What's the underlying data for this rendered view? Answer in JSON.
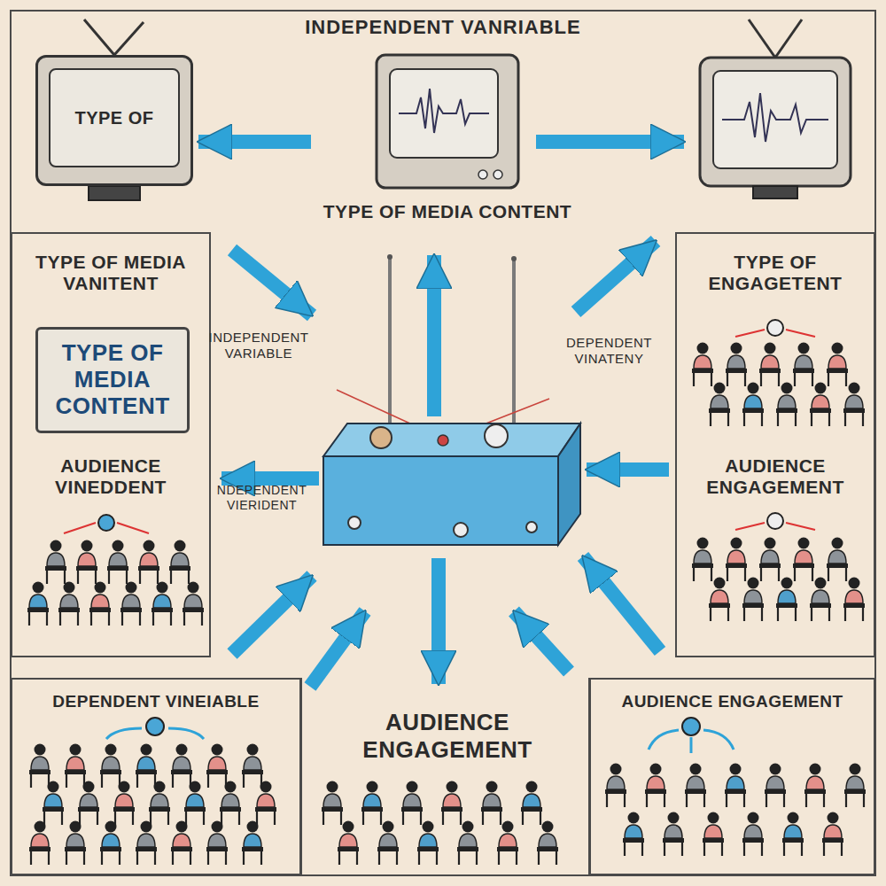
{
  "diagram": {
    "title": "INDEPENDENT VANRIABLE",
    "nodes": [
      {
        "text": [
          "TYPE OF"
        ]
      },
      {
        "text": [
          "TYPE OF MEDIA CONTENT"
        ]
      },
      {
        "text": [
          "TYPE OF MEDIA VANITENT",
          "AUDIENCE VINEDDENT"
        ]
      },
      {
        "text": [
          "TYPE OF MEDIA CONTENT"
        ],
        "in": 2
      },
      {
        "text": [
          "TYPE OF ENGAGETENT",
          "AUDIENCE ENGAGEMENT"
        ]
      },
      {
        "text": [
          "DEPENDENT VINEIABLE"
        ]
      },
      {
        "text": [
          "AUDIENCE ENGAGEMENT"
        ]
      }
    ],
    "edges": [
      {
        "from": 1,
        "to": 0,
        "arrow": "to"
      }
    ],
    "labels": [
      "INDEPENDENT VARIABLE",
      "NDEPENDENT VIERIDENT",
      "DEPENDENT VINATENY",
      "AUDIENCE ENGAGEMENT"
    ]
  }
}
